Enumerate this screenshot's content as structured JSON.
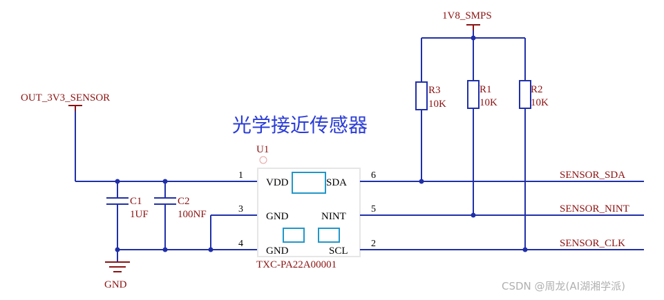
{
  "title": "光学接近传感器",
  "ic": {
    "designator": "U1",
    "part_number": "TXC-PA22A00001",
    "pins": [
      {
        "num": "1",
        "name": "VDD"
      },
      {
        "num": "3",
        "name": "GND"
      },
      {
        "num": "4",
        "name": "GND"
      },
      {
        "num": "6",
        "name": "SDA"
      },
      {
        "num": "5",
        "name": "NINT"
      },
      {
        "num": "2",
        "name": "SCL"
      }
    ]
  },
  "power": {
    "rail_1v8": "1V8_SMPS",
    "rail_3v3": "OUT_3V3_SENSOR",
    "ground": "GND"
  },
  "resistors": [
    {
      "ref": "R3",
      "value": "10K"
    },
    {
      "ref": "R1",
      "value": "10K"
    },
    {
      "ref": "R2",
      "value": "10K"
    }
  ],
  "capacitors": [
    {
      "ref": "C1",
      "value": "1UF"
    },
    {
      "ref": "C2",
      "value": "100NF"
    }
  ],
  "nets": {
    "sda": "SENSOR_SDA",
    "nint": "SENSOR_NINT",
    "clk": "SENSOR_CLK"
  },
  "watermark": "CSDN @周龙(AI湖湘学派)",
  "colors": {
    "wire": "#1f2fa8",
    "label": "#8b1010",
    "title": "#2a3cd8",
    "ic_outline": "#e6e6e6",
    "pad": "#2196c8"
  }
}
